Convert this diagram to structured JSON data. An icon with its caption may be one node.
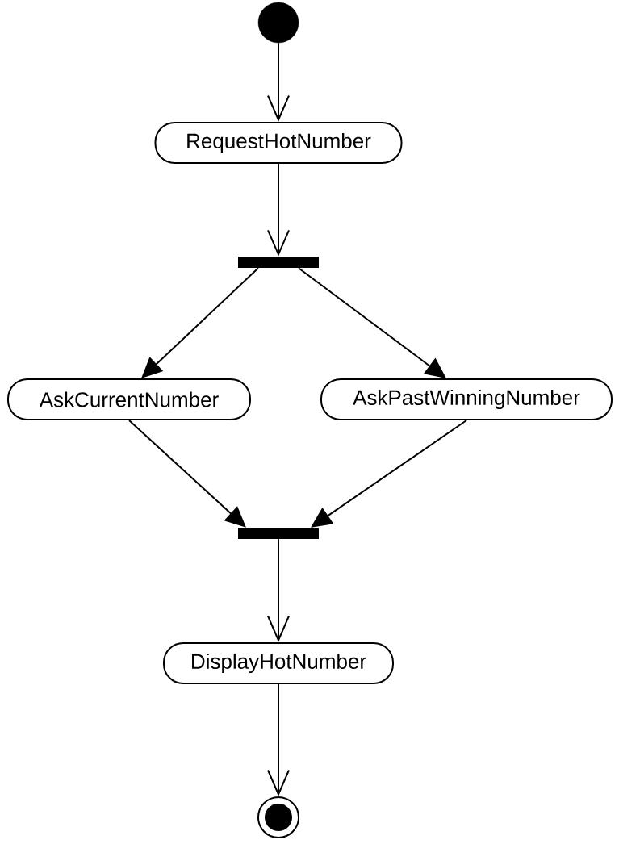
{
  "diagram": {
    "nodes": [
      {
        "text": [],
        "shape": "circle"
      },
      {
        "text": [
          "RequestHotNumber"
        ]
      },
      {
        "text": [],
        "shape": "bar"
      },
      {
        "text": [
          "AskCurrentNumber"
        ]
      },
      {
        "text": [
          "AskPastWinningNumber"
        ]
      },
      {
        "text": [],
        "shape": "bar"
      },
      {
        "text": [
          "DisplayHotNumber"
        ]
      },
      {
        "text": [],
        "shape": "circle"
      }
    ],
    "edges": [
      {
        "from": 0,
        "to": 1,
        "arrow": "to"
      },
      {
        "from": 1,
        "to": 2,
        "arrow": "to"
      },
      {
        "from": 2,
        "to": 3,
        "arrow": "to"
      },
      {
        "from": 2,
        "to": 4,
        "arrow": "to"
      },
      {
        "from": 3,
        "to": 5,
        "arrow": "to"
      },
      {
        "from": 4,
        "to": 5,
        "arrow": "to"
      },
      {
        "from": 5,
        "to": 6,
        "arrow": "to"
      },
      {
        "from": 6,
        "to": 7,
        "arrow": "to"
      }
    ]
  }
}
